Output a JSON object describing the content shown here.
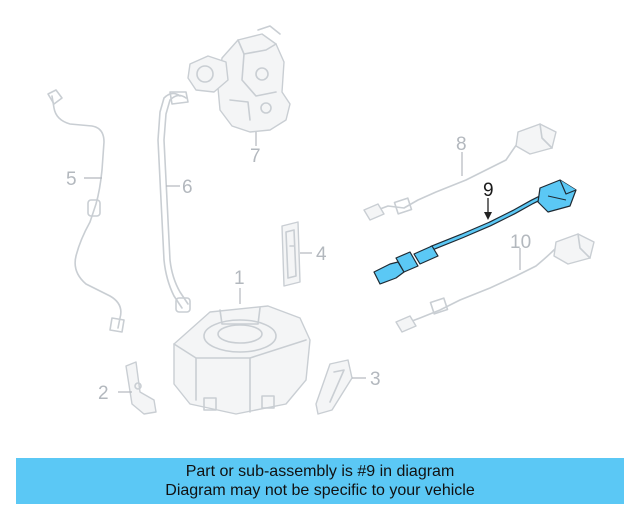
{
  "callouts": {
    "c1": "1",
    "c2": "2",
    "c3": "3",
    "c4": "4",
    "c5": "5",
    "c6": "6",
    "c7": "7",
    "c8": "8",
    "c9": "9",
    "c10": "10"
  },
  "highlighted_part": "9",
  "colors": {
    "highlight": "#5bc8f5",
    "ghost": "#c9ced3",
    "banner": "#5bc8f5"
  },
  "banner": {
    "line1": "Part or sub-assembly is #9 in diagram",
    "line2": "Diagram may not be specific to your vehicle"
  }
}
